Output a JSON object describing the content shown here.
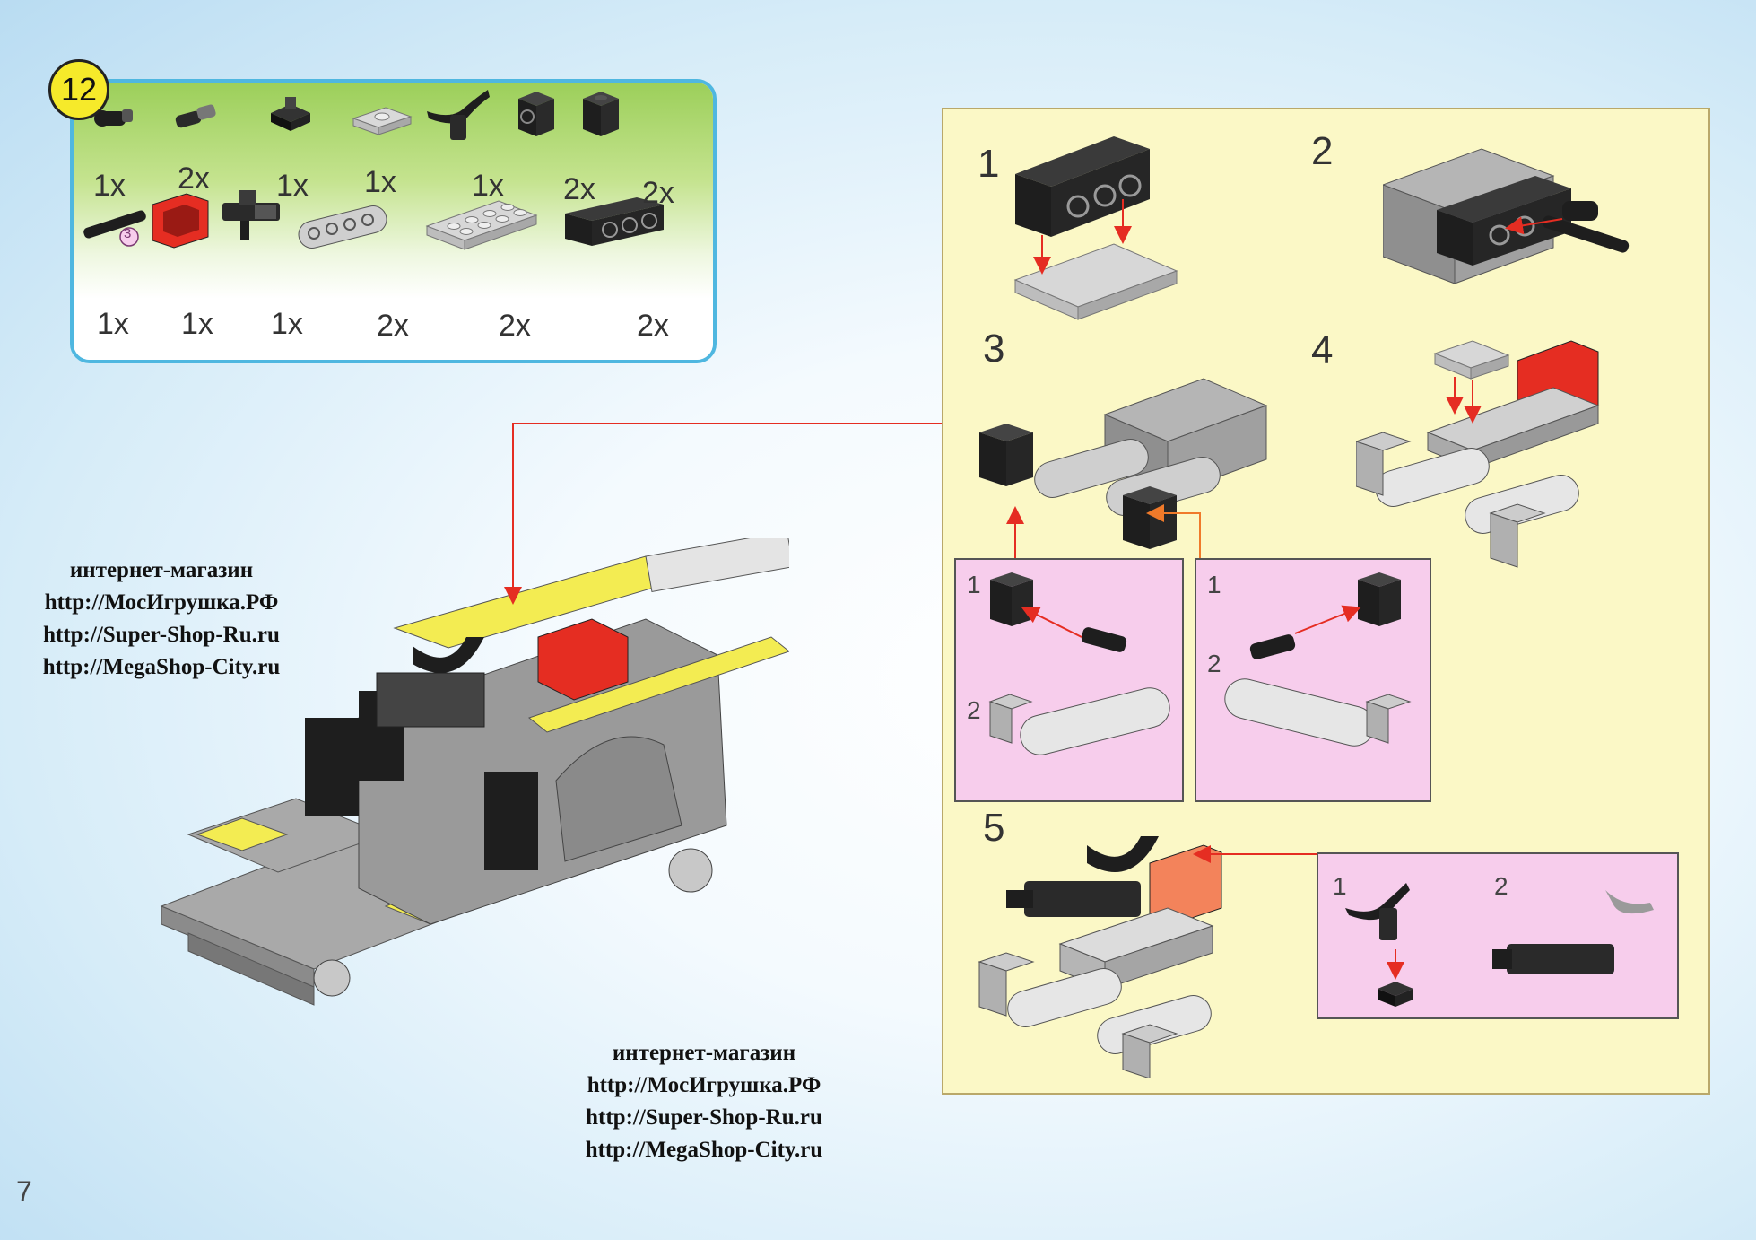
{
  "step_number": "12",
  "page_number": "7",
  "parts": [
    {
      "icon": "pin-connector-icon",
      "qty": "1x"
    },
    {
      "icon": "axle-pin-icon",
      "qty": "2x"
    },
    {
      "icon": "clip-plate-icon",
      "qty": "1x"
    },
    {
      "icon": "jumper-plate-icon",
      "qty": "1x"
    },
    {
      "icon": "steering-wheel-icon",
      "qty": "1x"
    },
    {
      "icon": "technic-brick-1x1-icon",
      "qty": "2x"
    },
    {
      "icon": "brick-1x1-icon",
      "qty": "2x"
    },
    {
      "icon": "axle-3-icon",
      "qty": "1x",
      "length_label": "3"
    },
    {
      "icon": "windscreen-icon",
      "qty": "1x"
    },
    {
      "icon": "engine-block-icon",
      "qty": "1x"
    },
    {
      "icon": "liftarm-icon",
      "qty": "2x"
    },
    {
      "icon": "plate-2x4-icon",
      "qty": "2x"
    },
    {
      "icon": "technic-brick-1x4-icon",
      "qty": "2x"
    }
  ],
  "steps": {
    "s1": "1",
    "s2": "2",
    "s3": "3",
    "s4": "4",
    "s5": "5",
    "sub3a": {
      "n1": "1",
      "n2": "2"
    },
    "sub3b": {
      "n1": "1",
      "n2": "2"
    },
    "sub5": {
      "n1": "1",
      "n2": "2"
    }
  },
  "shop_left": [
    "интернет-магазин",
    "http://МосИгрушка.РФ",
    "http://Super-Shop-Ru.ru",
    "http://MegaShop-City.ru"
  ],
  "shop_bottom": [
    "интернет-магазин",
    "http://МосИгрушка.РФ",
    "http://Super-Shop-Ru.ru",
    "http://MegaShop-City.ru"
  ],
  "colors": {
    "accent_red": "#e52d22",
    "brick_black": "#1e1e1e",
    "brick_gray": "#a9a9a9",
    "brick_yellow": "#f3ec52"
  }
}
